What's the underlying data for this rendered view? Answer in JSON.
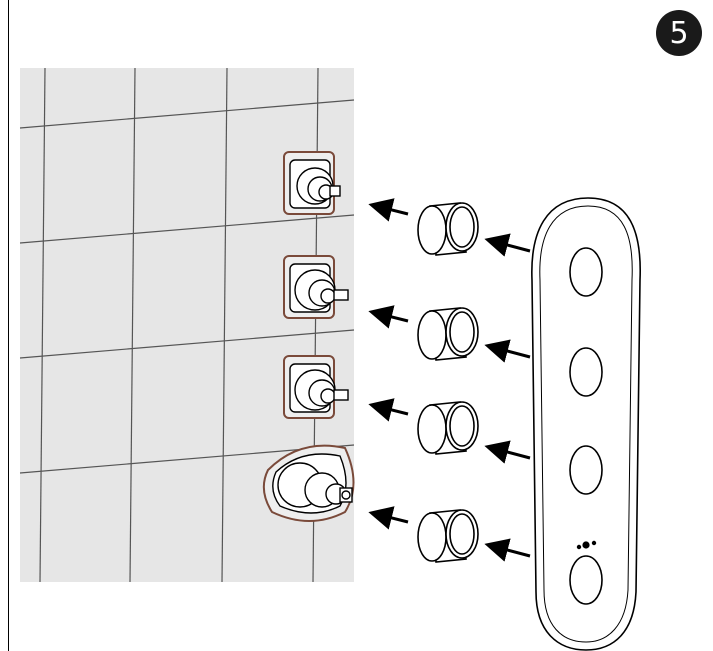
{
  "step": {
    "number": "5"
  },
  "illustration": {
    "description_label": "",
    "colors": {
      "wall": "#e6e6e6",
      "grout": "#555555",
      "line": "#000000",
      "gasket": "#7a4a3a",
      "badge": "#1a1a1a"
    },
    "valves": [
      {
        "type": "diverter-cartridge"
      },
      {
        "type": "diverter-cartridge"
      },
      {
        "type": "diverter-cartridge"
      },
      {
        "type": "thermostatic-cartridge"
      }
    ],
    "sleeves": 4,
    "plate": {
      "holes": 4,
      "symbol": "temperature-icon"
    }
  }
}
